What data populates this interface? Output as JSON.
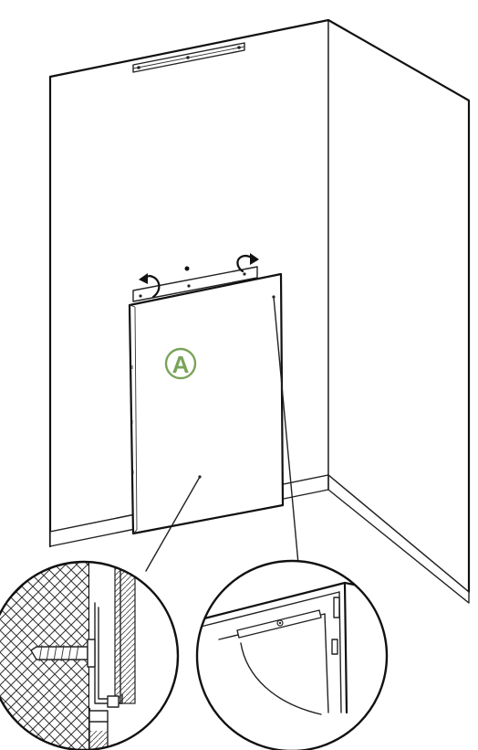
{
  "colors": {
    "line": "#222222",
    "accent": "#7aa35a",
    "background": "#ffffff"
  },
  "panel_label": "A",
  "icons": {
    "rotate_left": "curved-arrow-rotate-left",
    "rotate_right": "curved-arrow-rotate-right"
  }
}
